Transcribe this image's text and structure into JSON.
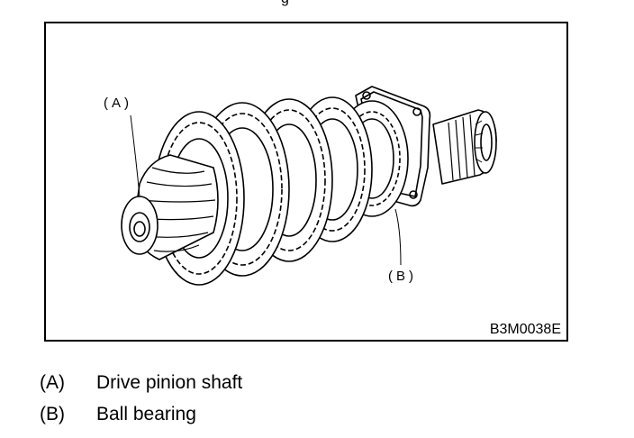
{
  "figure": {
    "top_fragment": "g",
    "code": "B3M0038E",
    "callouts": {
      "a": "(A)",
      "b": "(B)"
    }
  },
  "legend": [
    {
      "key": "(A)",
      "text": "Drive pinion shaft"
    },
    {
      "key": "(B)",
      "text": "Ball bearing"
    }
  ]
}
